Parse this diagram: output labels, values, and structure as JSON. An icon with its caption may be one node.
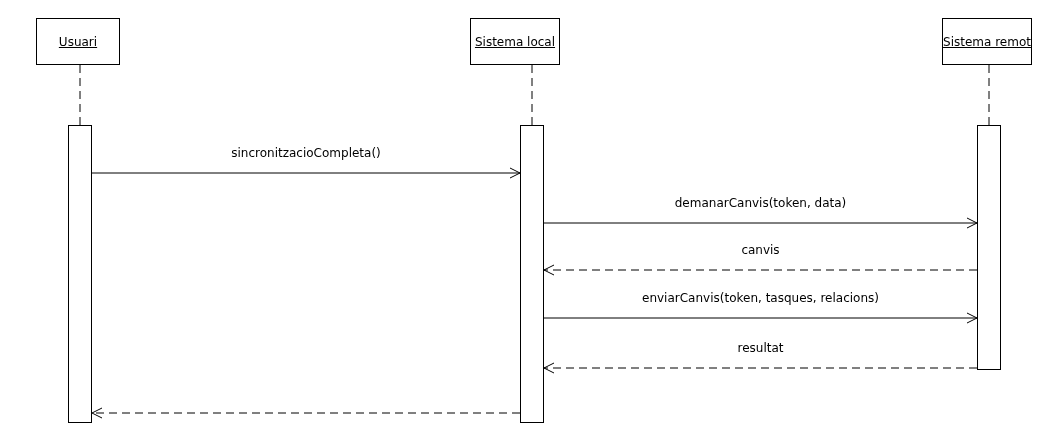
{
  "diagram": {
    "nodes": [
      {
        "text": [
          "Usuari"
        ]
      },
      {
        "text": [
          "Sistema local"
        ]
      },
      {
        "text": [
          "Sistema remot"
        ]
      },
      {
        "text": [],
        "shape": "bar"
      },
      {
        "text": [],
        "shape": "bar"
      },
      {
        "text": [],
        "shape": "bar"
      }
    ],
    "edges": [
      {
        "from": 0,
        "to": 3,
        "arrow": "none",
        "style": "dashed"
      },
      {
        "from": 1,
        "to": 4,
        "arrow": "none",
        "style": "dashed"
      },
      {
        "from": 2,
        "to": 5,
        "arrow": "none",
        "style": "dashed"
      },
      {
        "from": 3,
        "to": 4,
        "arrow": "to",
        "label": "sincronitzacioCompleta()"
      },
      {
        "from": 4,
        "to": 5,
        "arrow": "to",
        "label": "demanarCanvis(token, data)"
      },
      {
        "from": 5,
        "to": 4,
        "arrow": "to",
        "label": "canvis",
        "style": "dashed"
      },
      {
        "from": 4,
        "to": 5,
        "arrow": "to",
        "label": "enviarCanvis(token, tasques, relacions)"
      },
      {
        "from": 5,
        "to": 4,
        "arrow": "to",
        "label": "resultat",
        "style": "dashed"
      },
      {
        "from": 4,
        "to": 3,
        "arrow": "to",
        "style": "dashed"
      }
    ]
  }
}
